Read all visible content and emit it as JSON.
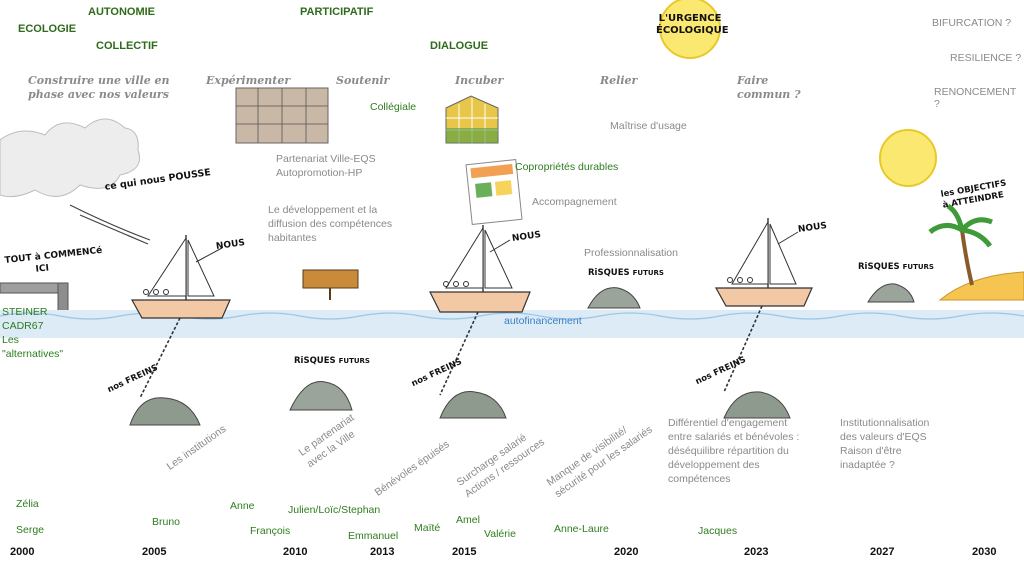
{
  "values": {
    "ecologie": "ECOLOGIE",
    "autonomie": "AUTONOMIE",
    "collectif": "COLLECTIF",
    "participatif": "PARTICIPATIF",
    "dialogue": "DIALOGUE"
  },
  "stages": {
    "construire": [
      "Construire une ville en",
      "phase avec nos valeurs"
    ],
    "experimenter": "Expérimenter",
    "soutenir": "Soutenir",
    "incuber": "Incuber",
    "relier": "Relier",
    "faire_commun": [
      "Faire",
      "commun ?"
    ]
  },
  "sun_top_label": [
    "L'URGENCE",
    "ÉCOLOGIQUE"
  ],
  "future_questions": [
    "BIFURCATION ?",
    "RESILIENCE ?",
    "RENONCEMENT ?"
  ],
  "annotations": {
    "collegiale": "Collégiale",
    "maitrise": "Maîtrise d'usage",
    "partenariat": [
      "Partenariat Ville-EQS",
      "Autopromotion-HP"
    ],
    "diffusion": [
      "Le développement et la",
      "diffusion des compétences",
      "habitantes"
    ],
    "coproprietes": "Copropriétés durables",
    "accompagnement": "Accompagnement",
    "professionnalisation": "Professionnalisation",
    "autofinancement": "autofinancement",
    "origins": [
      "STEINER",
      "CADR67",
      "Les",
      "\"alternatives\""
    ]
  },
  "hand_labels": {
    "ce_qui_nous_pousse": "ce qui nous POUSSE",
    "tout_a_commence": [
      "TOUT à COMMENCé",
      "ICI"
    ],
    "nous": "NOUS",
    "nos_freins": "nos FREINS",
    "risques": "RiSQUES",
    "futurs": "FUTURS",
    "objectifs": [
      "les OBJECTIFS",
      "à ATTEINDRE"
    ]
  },
  "brakes": {
    "institutions": "Les institutions",
    "partenariat_ville": [
      "Le partenariat",
      "avec la Ville"
    ],
    "benevoles": "Bénévoles épuisés",
    "surcharge": [
      "Surcharge salarié",
      "Actions / ressources"
    ],
    "manque": [
      "Manque de visibilité/",
      "sécurité pour les salariés"
    ],
    "differentiel": [
      "Différentiel d'engagement",
      "entre salariés et bénévoles :",
      "déséquilibre répartition du",
      "développement des",
      "compétences"
    ],
    "institutionnalisation": [
      "Institutionnalisation",
      "des valeurs d'EQS",
      "Raison d'être",
      "inadaptée ?"
    ]
  },
  "people": [
    "Zélia",
    "Serge",
    "Bruno",
    "Anne",
    "François",
    "Julien/Loïc/Stephan",
    "Emmanuel",
    "Maïté",
    "Amel",
    "Valérie",
    "Anne-Laure",
    "Jacques"
  ],
  "years": [
    "2000",
    "2005",
    "2010",
    "2013",
    "2015",
    "2020",
    "2023",
    "2027",
    "2030"
  ]
}
